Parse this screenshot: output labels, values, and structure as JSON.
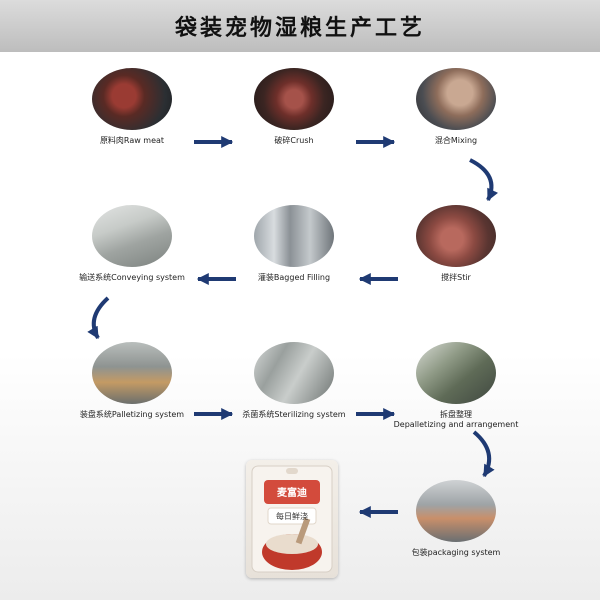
{
  "header": {
    "title": "袋装宠物湿粮生产工艺"
  },
  "steps": [
    {
      "label": "原料肉Raw meat"
    },
    {
      "label": "破碎Crush"
    },
    {
      "label": "混合Mixing"
    },
    {
      "label": "搅拌Stir"
    },
    {
      "label": "灌装Bagged Filling"
    },
    {
      "label": "输送系统Conveying system"
    },
    {
      "label": "装盘系统Palletizing system"
    },
    {
      "label": "杀菌系统Sterilizing system"
    },
    {
      "label": "拆盘整理",
      "label2": "Depalletizing and arrangement"
    },
    {
      "label": "包装packaging system"
    }
  ],
  "product": {
    "brand_text": "麦富迪",
    "sub_text": "每日鲜浇"
  },
  "colors": {
    "arrow": "#1f3a73",
    "header_bg": "#c8c8c8",
    "package_red": "#c0392b"
  }
}
